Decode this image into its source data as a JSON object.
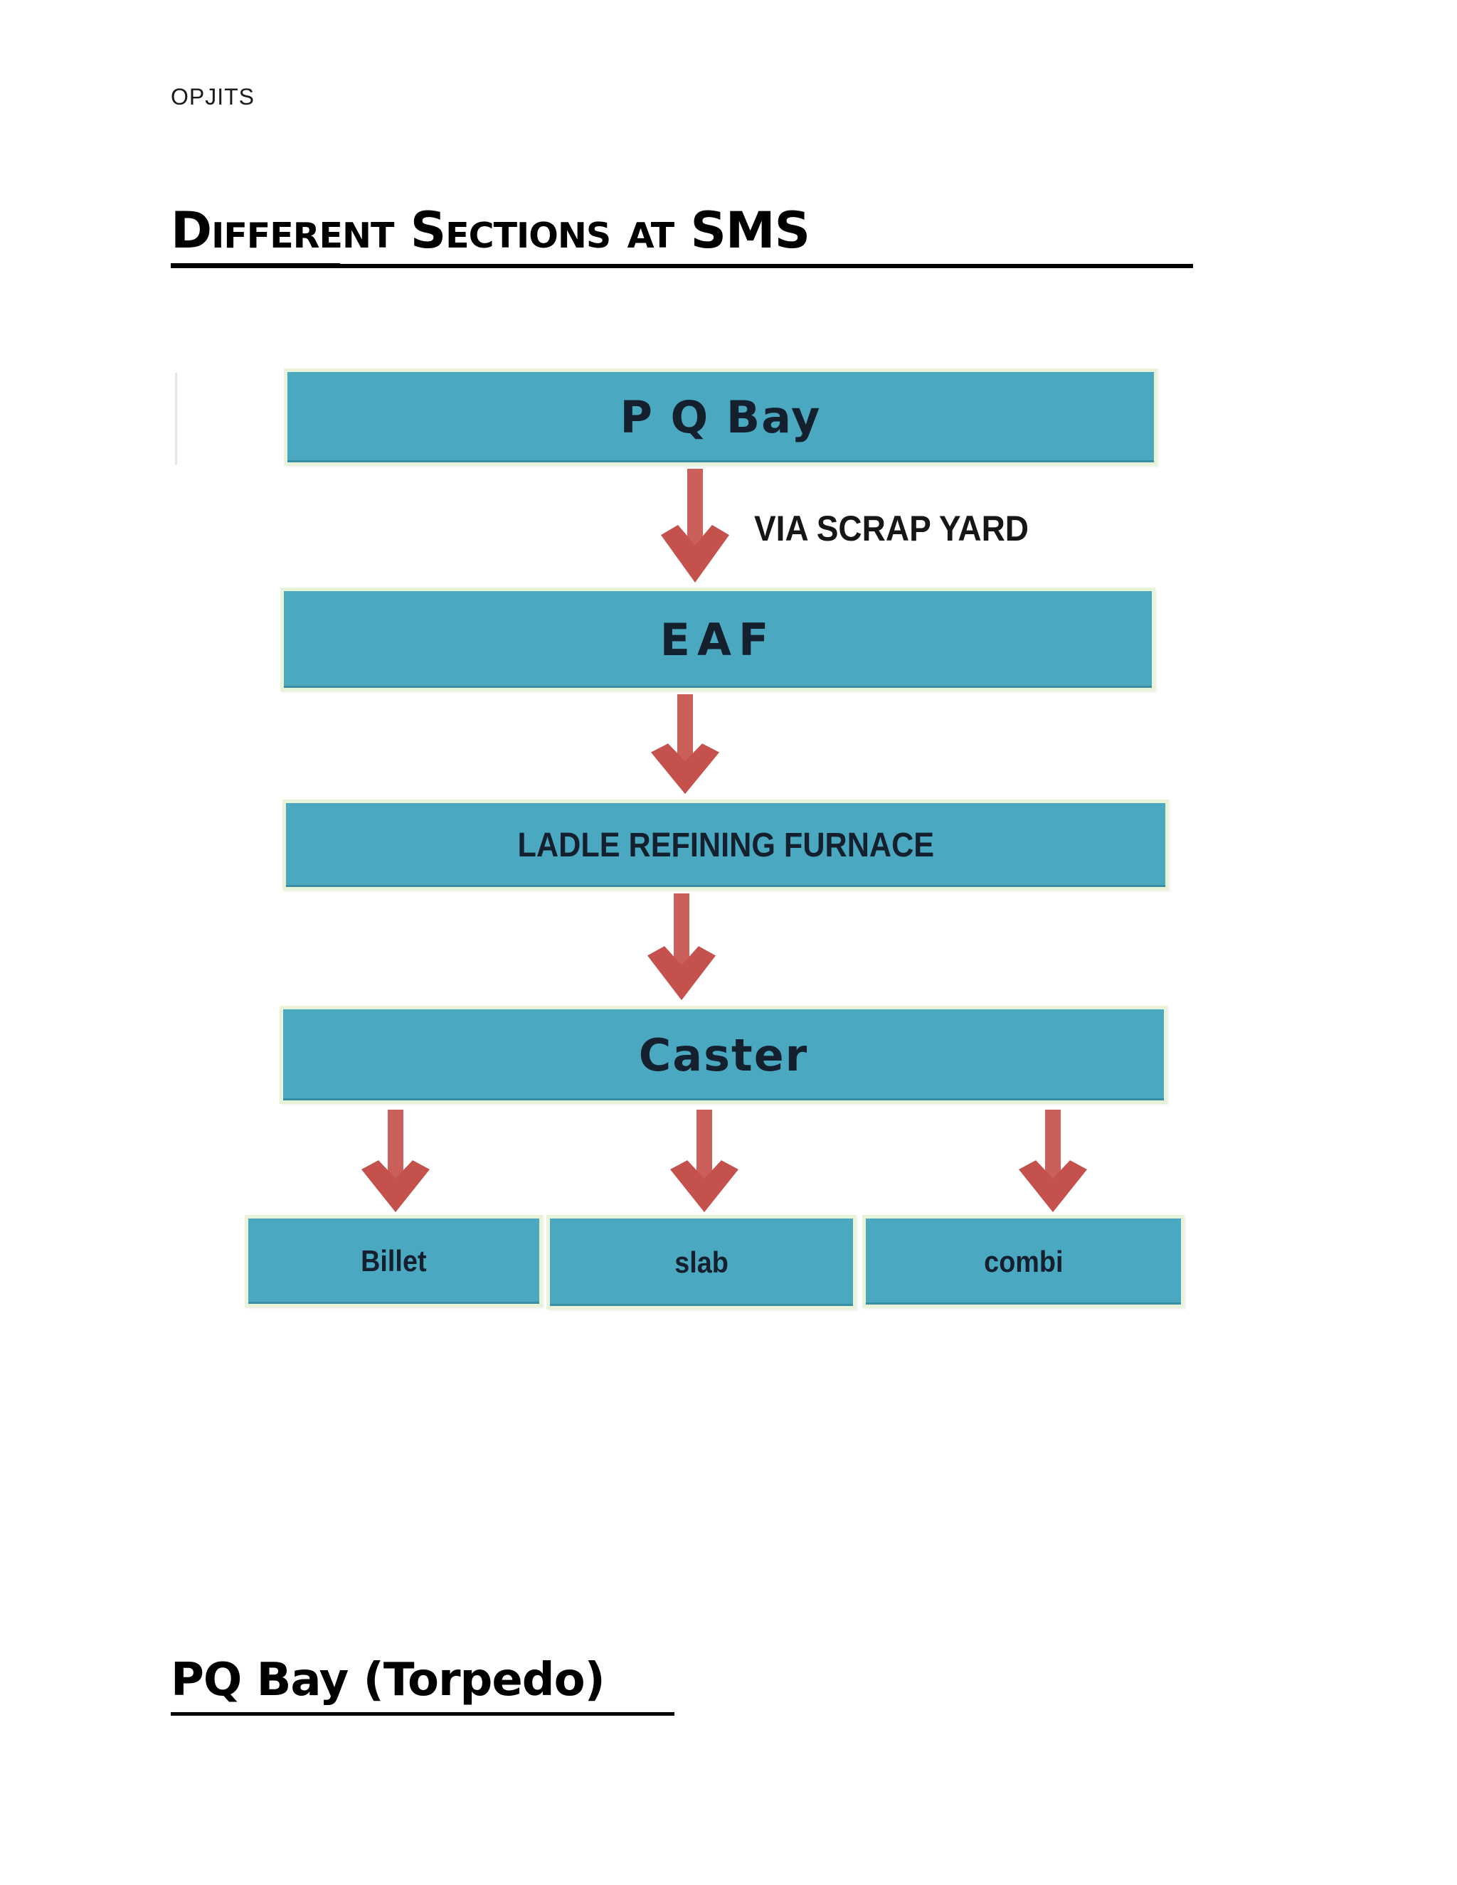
{
  "page": {
    "header_text": "OPJITS",
    "title": "Different Sections at SMS",
    "section_heading": "PQ Bay (Torpedo)"
  },
  "diagram": {
    "type": "flowchart",
    "nodes": {
      "pq_bay": "P Q Bay",
      "eaf": "EAF",
      "lrf": "LADLE REFINING FURNACE",
      "caster": "Caster",
      "billet": "Billet",
      "slab": "slab",
      "combi": "combi"
    },
    "edges": [
      {
        "from": "P Q Bay",
        "to": "EAF",
        "label": "VIA SCRAP YARD"
      },
      {
        "from": "EAF",
        "to": "LADLE REFINING FURNACE",
        "label": ""
      },
      {
        "from": "LADLE REFINING FURNACE",
        "to": "Caster",
        "label": ""
      },
      {
        "from": "Caster",
        "to": "Billet",
        "label": ""
      },
      {
        "from": "Caster",
        "to": "slab",
        "label": ""
      },
      {
        "from": "Caster",
        "to": "combi",
        "label": ""
      }
    ],
    "colors": {
      "node_fill": "#4AA8C1",
      "node_border": "#E8F3DA",
      "node_text": "#15202E",
      "arrow_red": "#C65550",
      "edge_label_text": "#161616"
    }
  }
}
